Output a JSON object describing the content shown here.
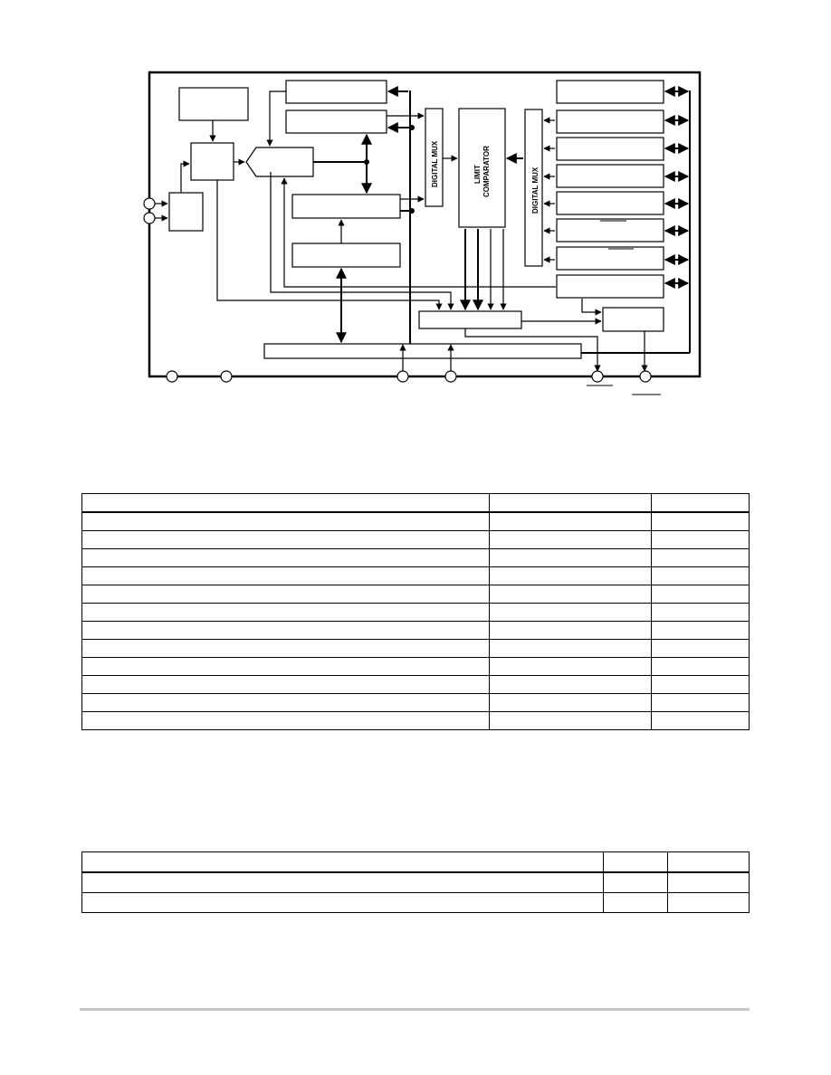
{
  "diagram": {
    "digital_mux_left": "DIGITAL MUX",
    "limit_comparator_line1": "LIMIT",
    "limit_comparator_line2": "COMPARATOR",
    "digital_mux_right": "DIGITAL MUX"
  },
  "table1": {
    "rows": 13,
    "columns": 3
  },
  "table2": {
    "rows": 3,
    "columns": 3
  }
}
